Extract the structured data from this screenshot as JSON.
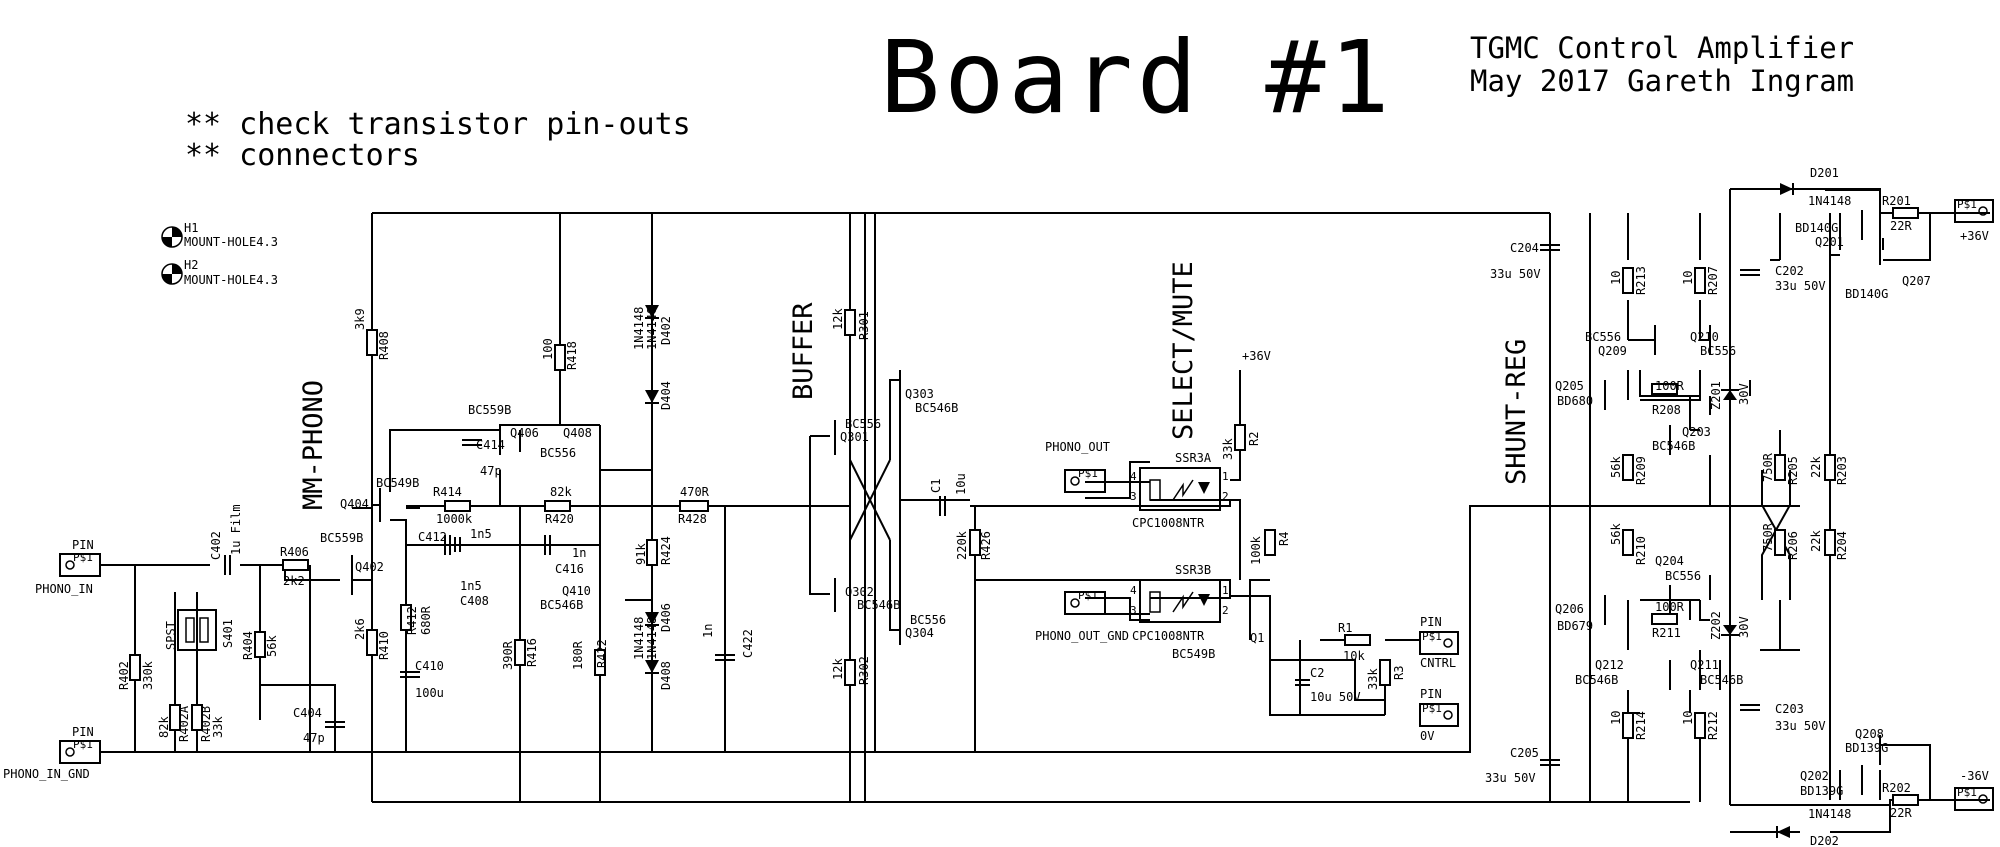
{
  "title": "Board #1",
  "subtitle_line1": "TGMC Control Amplifier",
  "subtitle_line2": "May 2017 Gareth Ingram",
  "notes": [
    "** check transistor pin-outs",
    "** connectors"
  ],
  "sections": {
    "mm_phono": "MM-PHONO",
    "buffer": "BUFFER",
    "select_mute": "SELECT/MUTE",
    "shunt_reg": "SHUNT-REG"
  },
  "mount_holes": [
    {
      "ref": "H1",
      "value": "MOUNT-HOLE4.3"
    },
    {
      "ref": "H2",
      "value": "MOUNT-HOLE4.3"
    }
  ],
  "connectors": {
    "phono_in": {
      "pin": "PIN",
      "pad": "P$1",
      "name": "PHONO_IN"
    },
    "phono_in_gnd": {
      "pin": "PIN",
      "pad": "P$1",
      "name": "PHONO_IN_GND"
    },
    "phono_out": {
      "pad": "P$1",
      "name": "PHONO_OUT"
    },
    "phono_out_gnd": {
      "pad": "P$1",
      "name": "PHONO_OUT_GND"
    },
    "cntrl": {
      "pin": "PIN",
      "pad": "P$1",
      "name": "CNTRL"
    },
    "zero_v": {
      "pin": "PIN",
      "pad": "P$1",
      "name": "0V"
    },
    "plus36": {
      "pad": "P$1",
      "name": "+36V"
    },
    "minus36": {
      "pad": "P$1",
      "name": "-36V"
    },
    "supply_label": "+36V"
  },
  "phono": {
    "r402": [
      "R402",
      "330k"
    ],
    "r402a": [
      "R402A",
      "82k"
    ],
    "r402b": [
      "R402B",
      "33k"
    ],
    "s401": [
      "SPST",
      "S401"
    ],
    "c402": [
      "C402",
      "1u Film"
    ],
    "r406": [
      "R406",
      "2k2"
    ],
    "r404": [
      "R404",
      "56k"
    ],
    "c404": [
      "C404",
      "47p"
    ],
    "q402": [
      "BC559B",
      "Q402"
    ],
    "q404": [
      "Q404",
      "BC549B"
    ],
    "r408": [
      "3k9",
      "R408"
    ],
    "r410": [
      "2k6",
      "R410"
    ],
    "r412": [
      "R412",
      "680R"
    ],
    "c410": [
      "C410",
      "100u"
    ],
    "r414": [
      "R414",
      "1000k"
    ],
    "c412": [
      "C412",
      "1n5"
    ],
    "c408": [
      "1n5",
      "C408"
    ],
    "r420": [
      "82k",
      "R420"
    ],
    "c416": [
      "1n",
      "C416"
    ],
    "r416": [
      "390R",
      "R416"
    ],
    "c414": [
      "C414",
      "47p"
    ],
    "q406": [
      "BC559B",
      "Q406",
      "BC556"
    ],
    "q408": [
      "Q408"
    ],
    "r418": [
      "100",
      "R418"
    ],
    "q410": [
      "Q410",
      "BC546B"
    ],
    "r422": [
      "180R",
      "R422"
    ],
    "r424": [
      "91k",
      "R424"
    ],
    "d402": [
      "1N4148",
      "D402"
    ],
    "d404": [
      "1N4148",
      "D404"
    ],
    "d406": [
      "1N4148",
      "D406"
    ],
    "d408": [
      "1N4148",
      "D408"
    ],
    "r428": [
      "470R",
      "R428"
    ],
    "c422": [
      "1n",
      "C422"
    ]
  },
  "buffer": {
    "r301": [
      "12k",
      "R301"
    ],
    "r302": [
      "12k",
      "R302"
    ],
    "q301": [
      "BC556",
      "Q301"
    ],
    "q302": [
      "Q302",
      "BC546B"
    ],
    "q303": [
      "Q303",
      "BC546B"
    ],
    "q304": [
      "BC556",
      "Q304"
    ],
    "c1": [
      "C1",
      "10u"
    ],
    "r426": [
      "220k",
      "R426"
    ]
  },
  "select": {
    "ssr3a": [
      "SSR3A",
      "CPC1008NTR"
    ],
    "ssr3b": [
      "SSR3B",
      "CPC1008NTR"
    ],
    "pins_a": [
      "4",
      "3",
      "1",
      "2"
    ],
    "pins_b": [
      "4",
      "3",
      "1",
      "2"
    ],
    "r2": [
      "33k",
      "R2"
    ],
    "r4": [
      "100k",
      "R4"
    ],
    "q1": [
      "Q1",
      "BC549B"
    ],
    "r1": [
      "R1",
      "10k"
    ],
    "r3": [
      "33k",
      "R3"
    ],
    "c2": [
      "C2",
      "10u 50V"
    ]
  },
  "shunt": {
    "c204": [
      "C204",
      "33u 50V"
    ],
    "c205": [
      "C205",
      "33u 50V"
    ],
    "r213": [
      "10",
      "R213"
    ],
    "r207": [
      "10",
      "R207"
    ],
    "q209": [
      "BC556",
      "Q209"
    ],
    "q210": [
      "Q210",
      "BC556"
    ],
    "q205": [
      "Q205",
      "BD680"
    ],
    "r208": [
      "100R",
      "R208"
    ],
    "z201": [
      "Z201",
      "30V"
    ],
    "q203": [
      "Q203",
      "BC546B"
    ],
    "r209": [
      "56k",
      "R209"
    ],
    "r205": [
      "750R",
      "R205"
    ],
    "r206": [
      "750R",
      "R206"
    ],
    "r210": [
      "56k",
      "R210"
    ],
    "q204": [
      "Q204",
      "BC556"
    ],
    "q206": [
      "Q206",
      "BD679"
    ],
    "r211": [
      "100R",
      "R211"
    ],
    "z202": [
      "Z202",
      "30V"
    ],
    "q212": [
      "Q212",
      "BC546B"
    ],
    "q211": [
      "Q211",
      "BC546B"
    ],
    "r214": [
      "10",
      "R214"
    ],
    "r212": [
      "10",
      "R212"
    ],
    "c202": [
      "C202",
      "33u 50V"
    ],
    "c203": [
      "C203",
      "33u 50V"
    ],
    "r203": [
      "22k",
      "R203"
    ],
    "r204": [
      "22k",
      "R204"
    ],
    "d201": [
      "D201",
      "1N4148"
    ],
    "d202": [
      "1N4148",
      "D202"
    ],
    "q201": [
      "BD140G",
      "Q201"
    ],
    "q207": [
      "Q207",
      "BD140G"
    ],
    "r201": [
      "R201",
      "22R"
    ],
    "q202": [
      "Q202",
      "BD139G"
    ],
    "q208": [
      "Q208",
      "BD139G"
    ],
    "r202": [
      "R202",
      "22R"
    ]
  }
}
